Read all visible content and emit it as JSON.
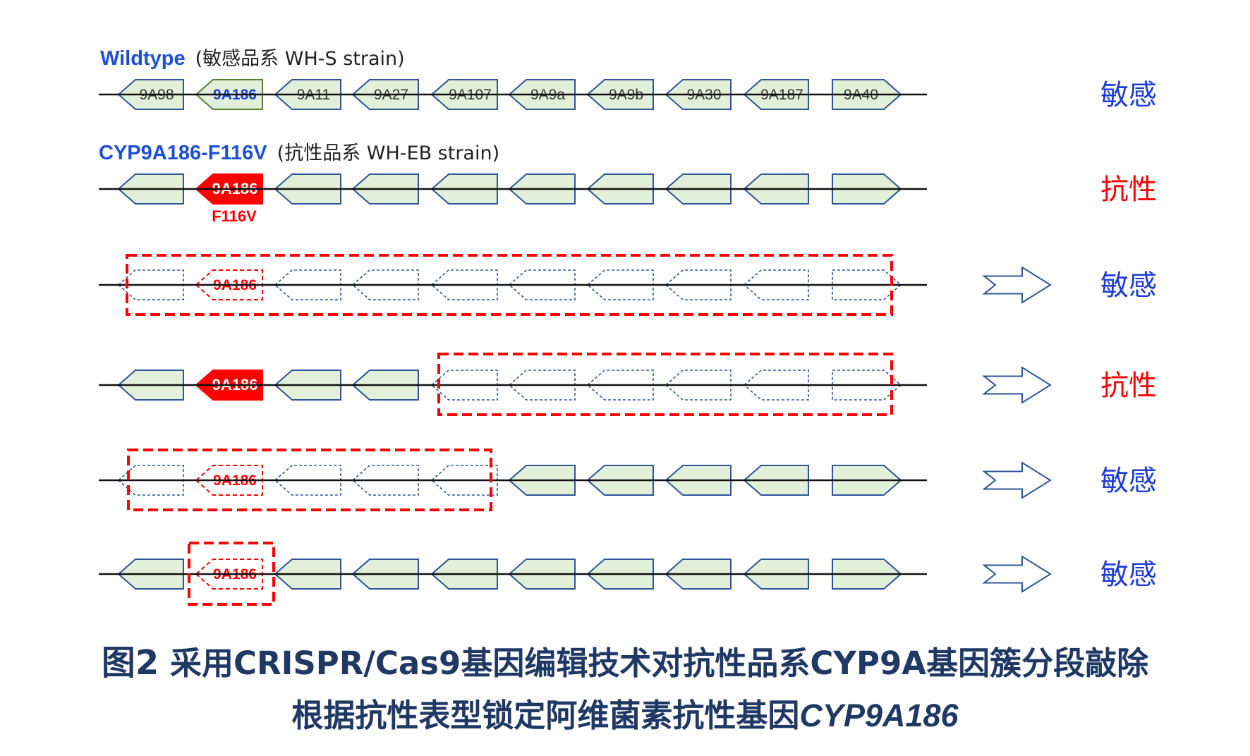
{
  "colors": {
    "gene_fill": "#e2f0d9",
    "gene_stroke": "#2f5597",
    "highlight_stroke": "#548235",
    "mutant_red": "#ff0000",
    "blue_label": "#1f3dd6",
    "title_blue": "#1f4fd6",
    "caption_navy": "#1f3864"
  },
  "wildtype": {
    "name": "Wildtype",
    "strain_note": "(敏感品系  WH-S strain)",
    "phenotype": "敏感",
    "genes": [
      "9A98",
      "9A186",
      "9A11",
      "9A27",
      "9A107",
      "9A9a",
      "9A9b",
      "9A30",
      "9A187",
      "9A40"
    ]
  },
  "mutant": {
    "name": "CYP9A186-F116V",
    "strain_note": "(抗性品系   WH-EB strain)",
    "phenotype": "抗性",
    "gene_label": "9A186",
    "mutation": "F116V"
  },
  "knockouts": [
    {
      "deleted_label": "9A186",
      "phenotype": "敏感",
      "type": "sensitive"
    },
    {
      "kept_label": "9A186",
      "phenotype": "抗性",
      "type": "resistant"
    },
    {
      "deleted_label": "9A186",
      "phenotype": "敏感",
      "type": "sensitive"
    },
    {
      "deleted_label": "9A186",
      "phenotype": "敏感",
      "type": "sensitive"
    }
  ],
  "caption": {
    "fig_label": "图2",
    "line1": "采用CRISPR/Cas9基因编辑技术对抗性品系CYP9A基因簇分段敲除",
    "line2_prefix": "根据抗性表型锁定阿维菌素抗性基因",
    "line2_gene": "CYP9A186"
  }
}
